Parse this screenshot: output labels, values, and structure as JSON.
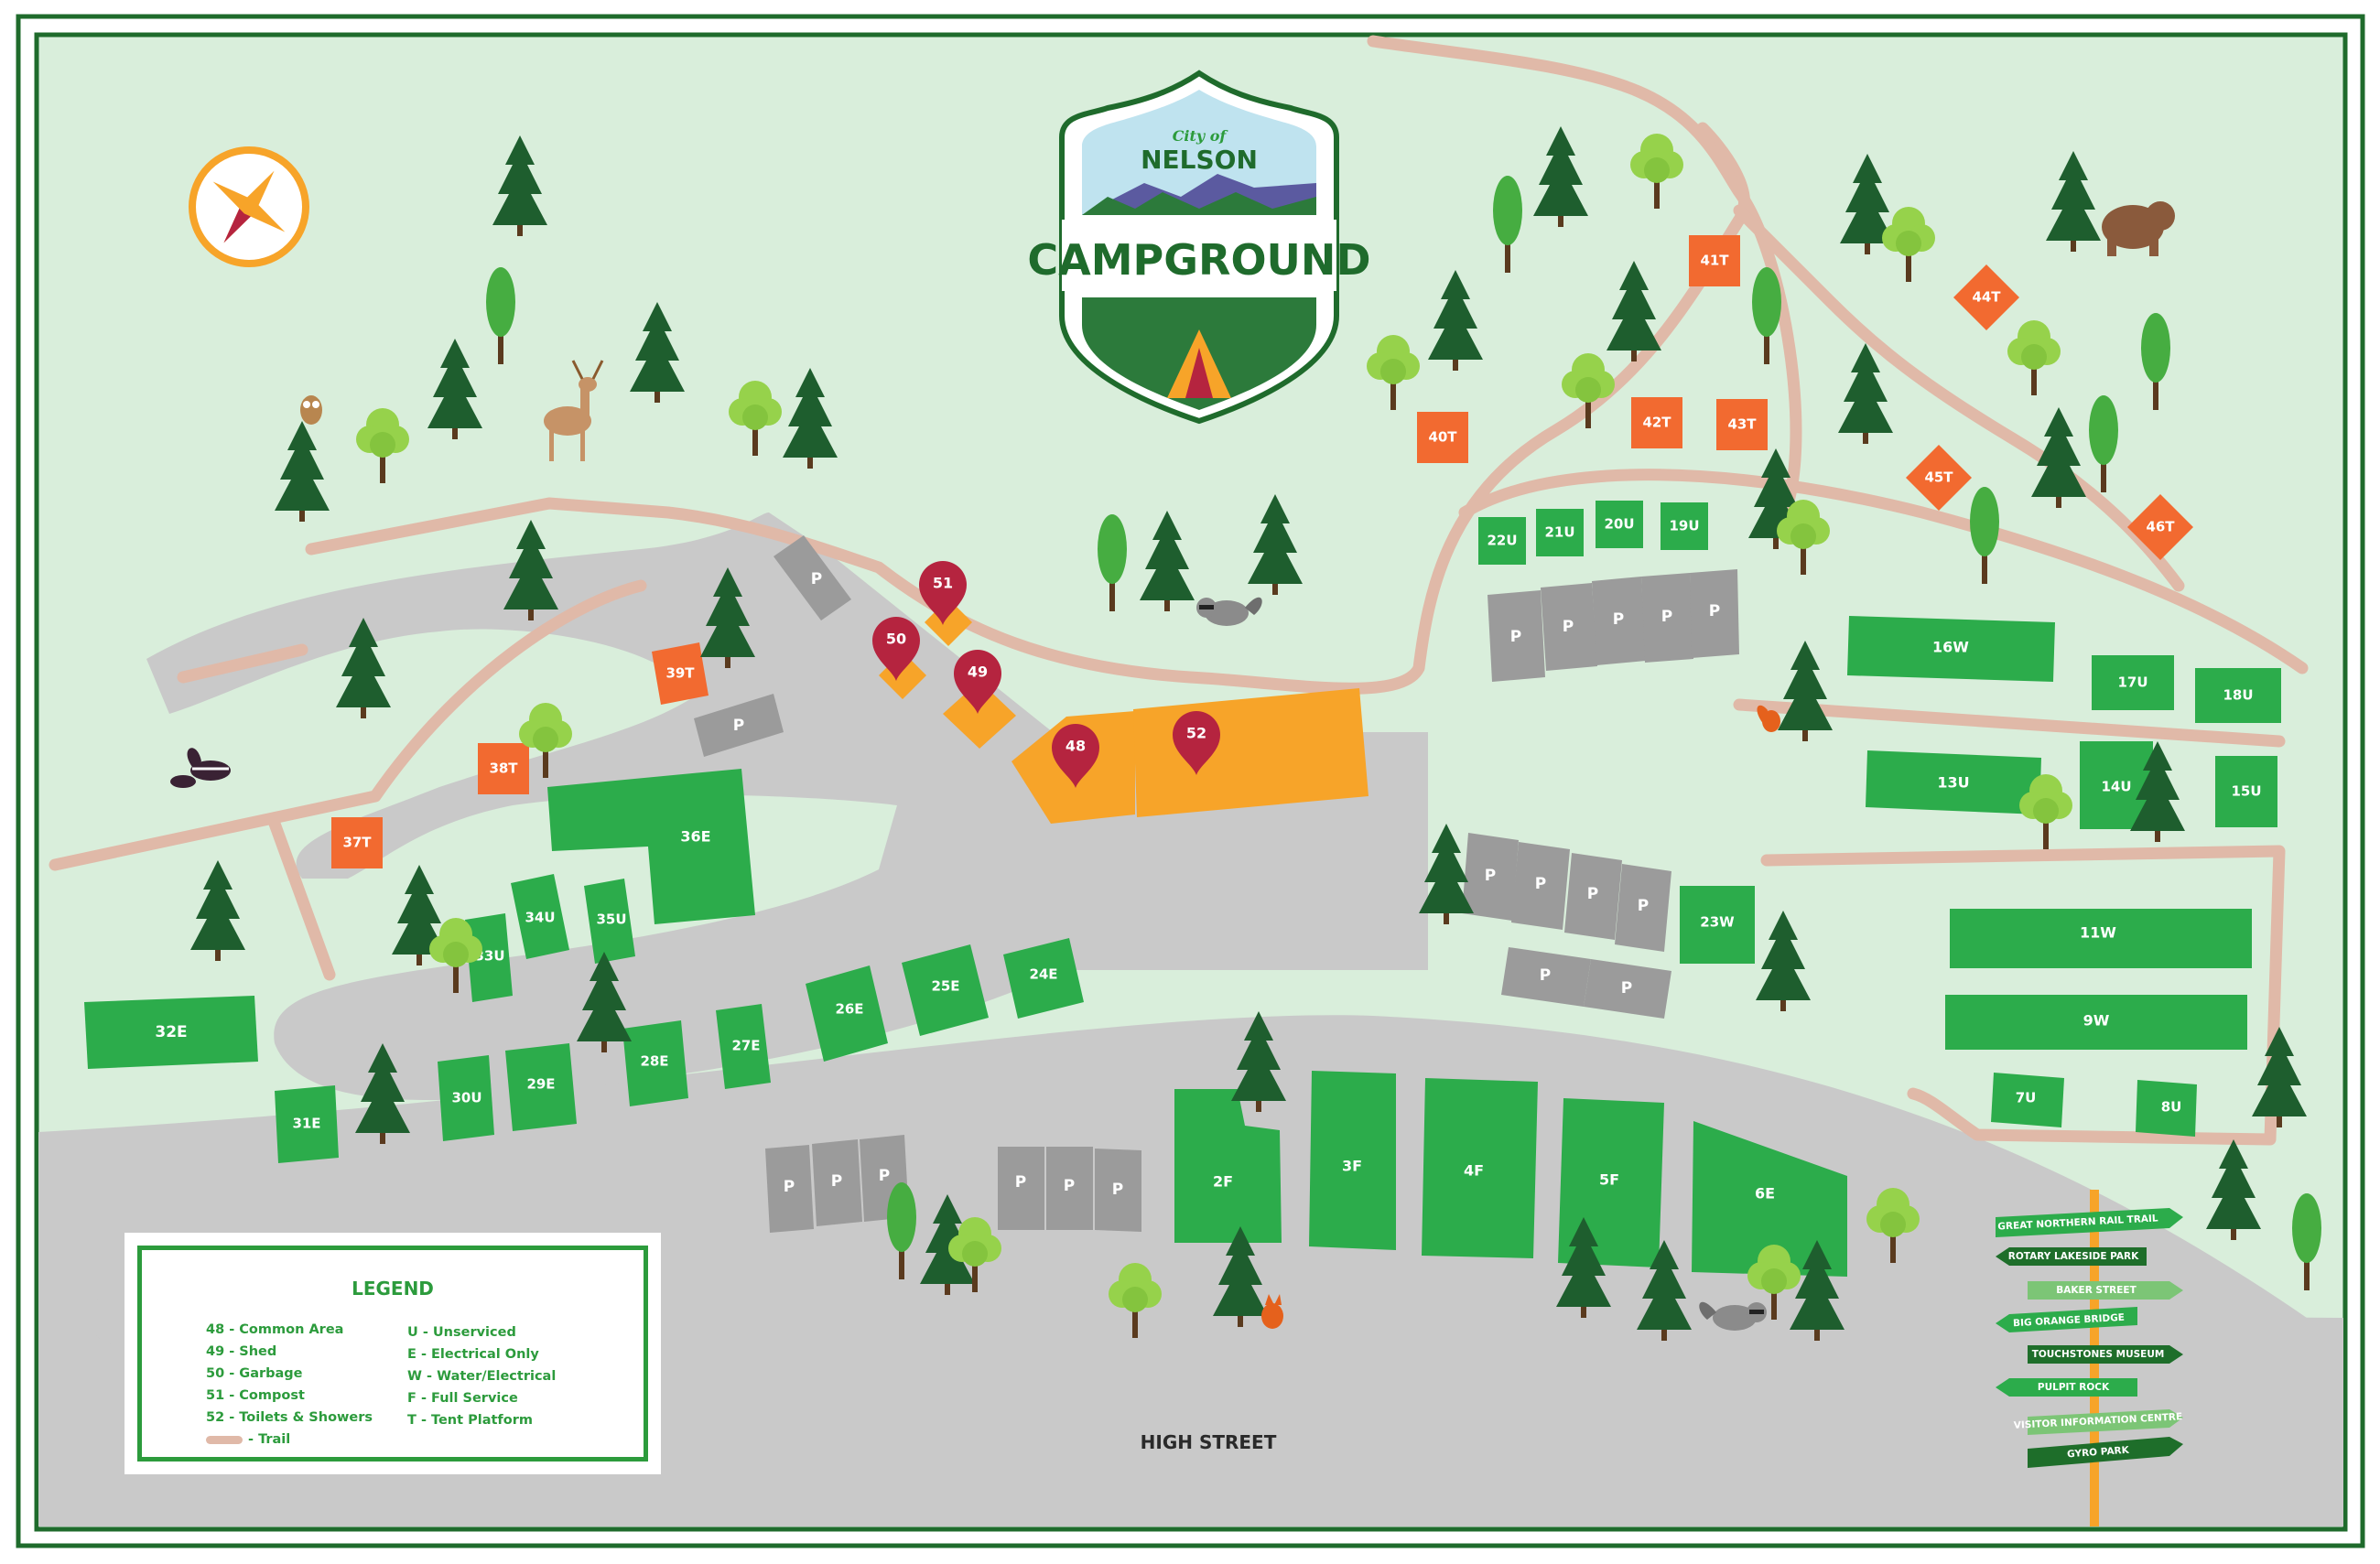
{
  "logo": {
    "city_of": "City of",
    "city": "NELSON",
    "name": "CAMPGROUND"
  },
  "street_name": "HIGH STREET",
  "legend": {
    "title": "LEGEND",
    "col1": [
      "48 - Common Area",
      "49 - Shed",
      "50 - Garbage",
      "51 - Compost",
      "52 - Toilets & Showers"
    ],
    "trail": "- Trail",
    "col2": [
      "U - Unserviced",
      "E - Electrical Only",
      "W - Water/Electrical",
      "F - Full Service",
      "T - Tent Platform"
    ]
  },
  "colors": {
    "background": "#d9eedb",
    "site_green": "#2cac4b",
    "tent_orange": "#f26a30",
    "common_orange": "#f7a429",
    "parking_gray": "#9b9b9b",
    "road_gray": "#c9c9c9",
    "trail": "#e0b9a8",
    "marker": "#b5243f",
    "border": "#1f6b2c"
  },
  "sites": {
    "s32E": "32E",
    "s31E": "31E",
    "s30U": "30U",
    "s29E": "29E",
    "s28E": "28E",
    "s27E": "27E",
    "s26E": "26E",
    "s25E": "25E",
    "s24E": "24E",
    "s33U": "33U",
    "s34U": "34U",
    "s35U": "35U",
    "s36E": "36E",
    "s37T": "37T",
    "s38T": "38T",
    "s39T": "39T",
    "s40T": "40T",
    "s41T": "41T",
    "s42T": "42T",
    "s43T": "43T",
    "s44T": "44T",
    "s45T": "45T",
    "s46T": "46T",
    "s22U": "22U",
    "s21U": "21U",
    "s20U": "20U",
    "s19U": "19U",
    "s16W": "16W",
    "s17U": "17U",
    "s18U": "18U",
    "s13U": "13U",
    "s14U": "14U",
    "s15U": "15U",
    "s11W": "11W",
    "s9W": "9W",
    "s7U": "7U",
    "s8U": "8U",
    "s23W": "23W",
    "s2F": "2F",
    "s3F": "3F",
    "s4F": "4F",
    "s5F": "5F",
    "s6E": "6E"
  },
  "parking_label": "P",
  "markers": {
    "m48": "48",
    "m49": "49",
    "m50": "50",
    "m51": "51",
    "m52": "52"
  },
  "signpost": [
    "GREAT NORTHERN RAIL TRAIL",
    "ROTARY LAKESIDE PARK",
    "BAKER STREET",
    "BIG ORANGE BRIDGE",
    "TOUCHSTONES MUSEUM",
    "PULPIT ROCK",
    "VISITOR INFORMATION CENTRE",
    "GYRO PARK"
  ],
  "icons": [
    "compass-icon",
    "deer-icon",
    "owl-icon",
    "skunk-icon",
    "raccoon-icon",
    "bear-icon",
    "squirrel-icon",
    "fox-icon",
    "tree-icon"
  ]
}
